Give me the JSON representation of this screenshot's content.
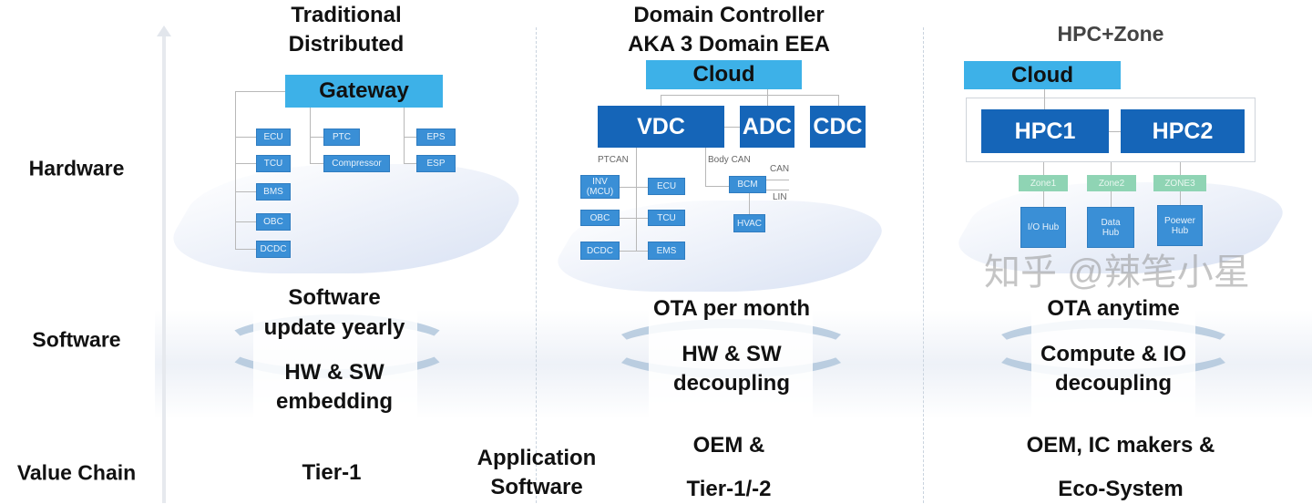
{
  "rows": {
    "hardware": "Hardware",
    "software": "Software",
    "value_chain": "Value Chain"
  },
  "col1": {
    "title1": "Traditional",
    "title2": "Distributed",
    "gateway": "Gateway",
    "ecus": [
      "ECU",
      "TCU",
      "BMS",
      "OBC",
      "DCDC"
    ],
    "mid": [
      "PTC",
      "Compressor"
    ],
    "right": [
      "EPS",
      "ESP"
    ],
    "sw1": "Software",
    "sw2": "update yearly",
    "sw3": "HW & SW",
    "sw4": "embedding",
    "vc": "Tier-1"
  },
  "boundary": {
    "vc1": "Application",
    "vc2": "Software"
  },
  "col2": {
    "title1": "Domain Controller",
    "title2": "AKA 3 Domain EEA",
    "cloud": "Cloud",
    "vdc": "VDC",
    "adc": "ADC",
    "cdc": "CDC",
    "ptcan": "PTCAN",
    "bodycan": "Body CAN",
    "can": "CAN",
    "lin": "LIN",
    "left": [
      "INV (MCU)",
      "OBC",
      "DCDC"
    ],
    "right": [
      "ECU",
      "TCU",
      "EMS"
    ],
    "bcm": "BCM",
    "hvac": "HVAC",
    "sw1": "OTA per month",
    "sw2": "HW & SW",
    "sw3": "decoupling",
    "vc1": "OEM &",
    "vc2": "Tier-1/-2"
  },
  "col3": {
    "title": "HPC+Zone",
    "cloud": "Cloud",
    "hpc1": "HPC1",
    "hpc2": "HPC2",
    "zones": [
      "Zone1",
      "Zone2",
      "ZONE3"
    ],
    "hubs": [
      "I/O Hub",
      "Data Hub",
      "Poewer Hub"
    ],
    "sw1": "OTA anytime",
    "sw2": "Compute & IO",
    "sw3": "decoupling",
    "vc1": "OEM, IC makers &",
    "vc2": "Eco-System"
  },
  "watermark": "知乎 @辣笔小星",
  "colors": {
    "light_blue": "#3db1e8",
    "dark_blue": "#1565b8",
    "node_blue": "#3a8fd6",
    "zone_green": "#8fd4b4"
  }
}
